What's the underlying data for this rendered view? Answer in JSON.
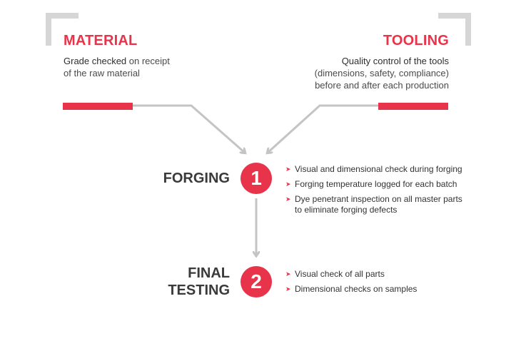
{
  "colors": {
    "accent": "#e8344a",
    "line": "#c4c4c4",
    "bracket": "#d6d6d6",
    "text_dark": "#3a3a3a"
  },
  "material": {
    "title": "MATERIAL",
    "desc_bold": "Grade checked",
    "desc_rest": " on receipt",
    "desc_line2": "of the raw material"
  },
  "tooling": {
    "title": "TOOLING",
    "desc_line1": "Quality control of the tools",
    "desc_line2": "(dimensions, safety, compliance)",
    "desc_line3": "before and after each production"
  },
  "forging": {
    "label": "FORGING",
    "number": "1",
    "checks": [
      "Visual and dimensional check during forging",
      "Forging temperature logged for each batch",
      "Dye penetrant inspection on all master parts",
      "to eliminate forging defects"
    ]
  },
  "final": {
    "label_line1": "FINAL",
    "label_line2": "TESTING",
    "number": "2",
    "checks": [
      "Visual check of all parts",
      "Dimensional checks on samples"
    ]
  },
  "icons": {
    "bullet": "chevron-right-icon"
  }
}
